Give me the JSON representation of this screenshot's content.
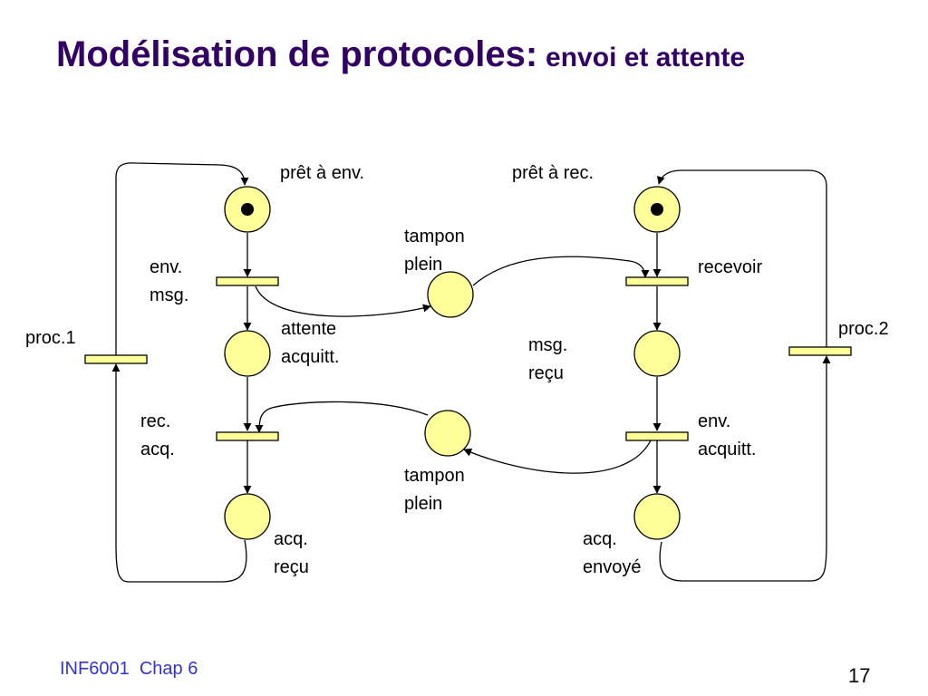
{
  "slide": {
    "title_main": "Modélisation de protocoles:",
    "title_sub": "envoi et attente",
    "footer_course": "INF6001",
    "footer_chapter": "Chap 6",
    "page_number": "17"
  },
  "colors": {
    "title": "#330066",
    "footer": "#3333cc",
    "place_fill": "#ffff99",
    "transition_fill": "#ffff99",
    "stroke": "#000000"
  },
  "labels": {
    "pret_env": "prêt à env.",
    "pret_rec": "prêt à rec.",
    "env_msg": "env.\nmsg.",
    "tampon_haut": "tampon\nplein",
    "recevoir": "recevoir",
    "proc1": "proc.1",
    "attente_acquitt": "attente\nacquitt.",
    "msg_recu": "msg.\nreçu",
    "proc2": "proc.2",
    "rec_acq": "rec.\nacq.",
    "env_acquitt": "env.\nacquitt.",
    "tampon_bas": "tampon\nplein",
    "acq_recu": "acq.\nreçu",
    "acq_envoye": "acq.\nenvoyé"
  },
  "tokens": {
    "pret_env": 1,
    "pret_rec": 1
  }
}
